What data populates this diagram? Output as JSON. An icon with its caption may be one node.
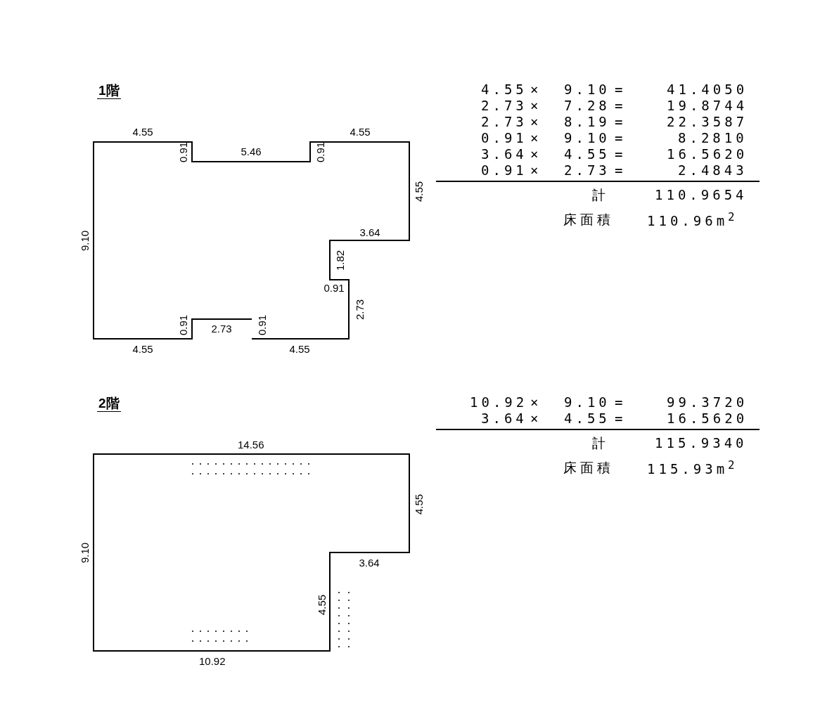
{
  "diagram": {
    "labels": [
      "1階",
      "4.55",
      "4.55",
      "0.91",
      "5.46",
      "0.91",
      "4.55",
      "3.64",
      "9.10",
      "1.82",
      "0.91",
      "2.73",
      "0.91",
      "2.73",
      "0.91",
      "4.55",
      "4.55",
      "4.55",
      "×",
      "9.10",
      "=",
      "41.4050",
      "2.73",
      "×",
      "7.28",
      "=",
      "19.8744",
      "2.73",
      "×",
      "8.19",
      "=",
      "22.3587",
      "0.91",
      "×",
      "9.10",
      "=",
      "8.2810",
      "3.64",
      "×",
      "4.55",
      "=",
      "16.5620",
      "0.91",
      "×",
      "2.73",
      "=",
      "2.4843",
      "計",
      "110.9654",
      "床面積",
      "110.96m$^{2}$",
      "2階",
      "14.56",
      "4.55",
      "9.10",
      "3.64",
      "4.55",
      "10.92",
      "10.92",
      "×",
      "9.10",
      "=",
      "99.3720",
      "3.64",
      "×",
      "4.55",
      "=",
      "16.5620",
      "計",
      "115.9340",
      "床面積",
      "115.93m$^{2}$"
    ]
  }
}
